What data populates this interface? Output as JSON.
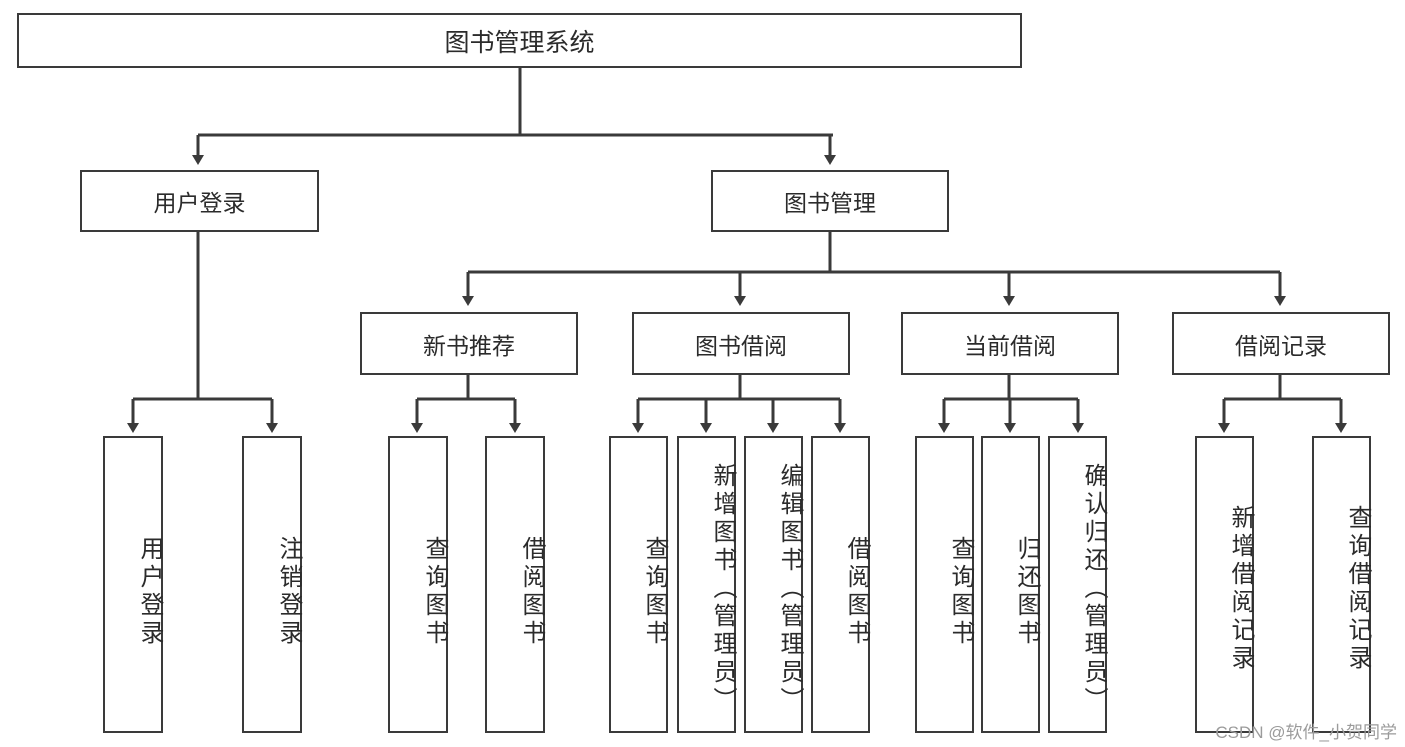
{
  "diagram": {
    "title": "图书管理系统",
    "type": "功能结构图",
    "root": {
      "id": "root",
      "label": "图书管理系统"
    },
    "level1": [
      {
        "id": "user-login",
        "label": "用户登录"
      },
      {
        "id": "book-manage",
        "label": "图书管理"
      }
    ],
    "level2": [
      {
        "id": "new-book-recommend",
        "label": "新书推荐",
        "parent": "book-manage"
      },
      {
        "id": "book-borrow",
        "label": "图书借阅",
        "parent": "book-manage"
      },
      {
        "id": "current-borrow",
        "label": "当前借阅",
        "parent": "book-manage"
      },
      {
        "id": "borrow-record",
        "label": "借阅记录",
        "parent": "book-manage"
      }
    ],
    "leaves": [
      {
        "id": "leaf-user-login",
        "label": "用户登录",
        "parent": "user-login"
      },
      {
        "id": "leaf-logout",
        "label": "注销登录",
        "parent": "user-login"
      },
      {
        "id": "leaf-query-book-1",
        "label": "查询图书",
        "parent": "new-book-recommend"
      },
      {
        "id": "leaf-borrow-book-1",
        "label": "借阅图书",
        "parent": "new-book-recommend"
      },
      {
        "id": "leaf-query-book-2",
        "label": "查询图书",
        "parent": "book-borrow"
      },
      {
        "id": "leaf-add-book",
        "label": "新增图书（管理员）",
        "parent": "book-borrow"
      },
      {
        "id": "leaf-edit-book",
        "label": "编辑图书（管理员）",
        "parent": "book-borrow"
      },
      {
        "id": "leaf-borrow-book-2",
        "label": "借阅图书",
        "parent": "book-borrow"
      },
      {
        "id": "leaf-query-book-3",
        "label": "查询图书",
        "parent": "current-borrow"
      },
      {
        "id": "leaf-return-book",
        "label": "归还图书",
        "parent": "current-borrow"
      },
      {
        "id": "leaf-confirm-return",
        "label": "确认归还（管理员）",
        "parent": "current-borrow"
      },
      {
        "id": "leaf-add-record",
        "label": "新增借阅记录",
        "parent": "borrow-record"
      },
      {
        "id": "leaf-query-record",
        "label": "查询借阅记录",
        "parent": "borrow-record"
      }
    ]
  },
  "watermark": {
    "text": "CSDN @软件_小贺同学"
  },
  "colors": {
    "stroke": "#3a3a3a",
    "fill": "#ffffff",
    "text": "#2b2b2b",
    "watermark": "#9b9b9b"
  }
}
